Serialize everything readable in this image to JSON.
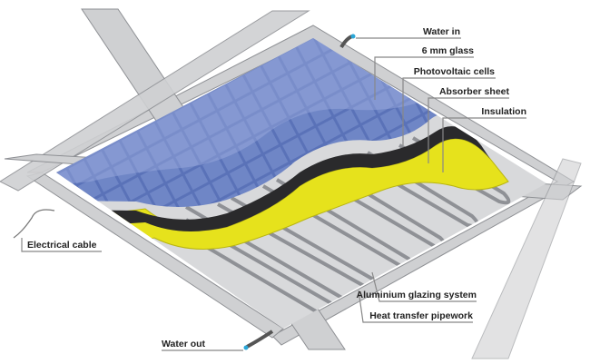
{
  "labels": {
    "water_in": "Water in",
    "glass": "6 mm glass",
    "pv_cells": "Photovoltaic cells",
    "absorber": "Absorber sheet",
    "insulation": "Insulation",
    "electrical_cable": "Electrical cable",
    "glazing": "Aluminium glazing system",
    "pipework": "Heat transfer pipework",
    "water_out": "Water out"
  },
  "colors": {
    "frame": "#c8c9cb",
    "glass": "#4f64a8",
    "absorber": "#2a2a2c",
    "insulation": "#e6e21c",
    "pipe": "#9a9ca0",
    "connector": "#2aa7d8"
  }
}
